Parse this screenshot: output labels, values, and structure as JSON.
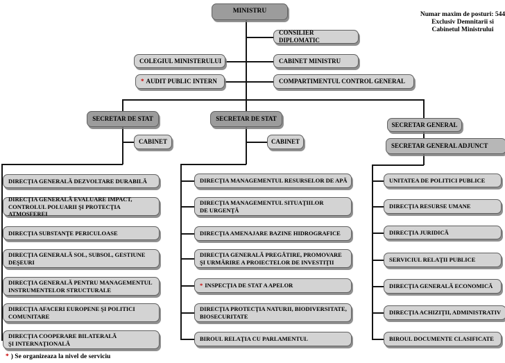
{
  "misc": {
    "marker": "*"
  },
  "note": {
    "text": "Numar maxim de posturi: 544\nExclusiv Demnitarii si\nCabinetul Ministrului"
  },
  "footnote": {
    "marker": "*",
    "text": ") Se organizeaza la nivel de serviciu"
  },
  "colors": {
    "node_dark": "#9c9c9c",
    "node_mid": "#b7b7b7",
    "node_light": "#d3d3d3",
    "accent_red": "#cc0000",
    "line": "#141414"
  },
  "nodes": {
    "ministru": "MINISTRU",
    "consilier_diplomatic": "CONSILIER DIPLOMATIC",
    "colegiul_ministerului": "COLEGIUL MINISTERULUI",
    "cabinet_ministru": "CABINET MINISTRU",
    "audit_public_intern": "AUDIT PUBLIC INTERN",
    "compartimentul_control_general": "COMPARTIMENTUL CONTROL GENERAL",
    "secretar_de_stat_1": "SECRETAR DE STAT",
    "secretar_de_stat_2": "SECRETAR DE STAT",
    "cabinet_1": "CABINET",
    "cabinet_2": "CABINET",
    "secretar_general": "SECRETAR GENERAL",
    "secretar_general_adjunct": "SECRETAR GENERAL ADJUNCT"
  },
  "columns": {
    "left": [
      "DIRECŢIA GENERALĂ DEZVOLTARE DURABILĂ",
      "DIRECŢIA GENERALĂ EVALUARE IMPACT,\nCONTROLUL POLUARII ŞI PROTECŢIA ATMOSFEREI",
      "DIRECŢIA SUBSTANŢE PERICULOASE",
      "DIRECŢIA GENERALĂ SOL, SUBSOL, GESTIUNE\nDEŞEURI",
      "DIRECŢIA GENERALĂ  PENTRU MANAGEMENTUL\nINSTRUMENTELOR STRUCTURALE",
      "DIRECŢIA AFACERI EUROPENE ŞI POLITICI\nCOMUNITARE",
      "DIRECŢIA COOPERARE BILATERALĂ\nŞI INTERNAŢIONALĂ"
    ],
    "middle": [
      "DIRECŢIA MANAGEMENTUL RESURSELOR DE APĂ",
      "DIRECŢIA MANAGEMENTUL SITUAŢIILOR\nDE URGENŢĂ",
      "DIRECŢIA AMENAJARE BAZINE HIDROGRAFICE",
      "DIRECŢIA GENERALĂ PREGĂTIRE, PROMOVARE\nŞI URMĂRIRE A PROIECTELOR  DE INVESTIŢII",
      "INSPECŢIA DE STAT A APELOR",
      "DIRECŢIA PROTECŢIA NATURII, BIODIVERSITATE,\nBIOSECURITATE",
      "BIROUL RELAŢIA CU PARLAMENTUL"
    ],
    "right": [
      "UNITATEA DE POLITICI PUBLICE",
      "DIRECŢIA RESURSE UMANE",
      "DIRECŢIA JURIDICĂ",
      "SERVICIUL  RELAŢII PUBLICE",
      "DIRECŢIA  GENERALĂ ECONOMICĂ",
      "DIRECŢIA ACHIZIŢII, ADMINISTRATIV",
      "BIROUL  DOCUMENTE CLASIFICATE"
    ]
  }
}
